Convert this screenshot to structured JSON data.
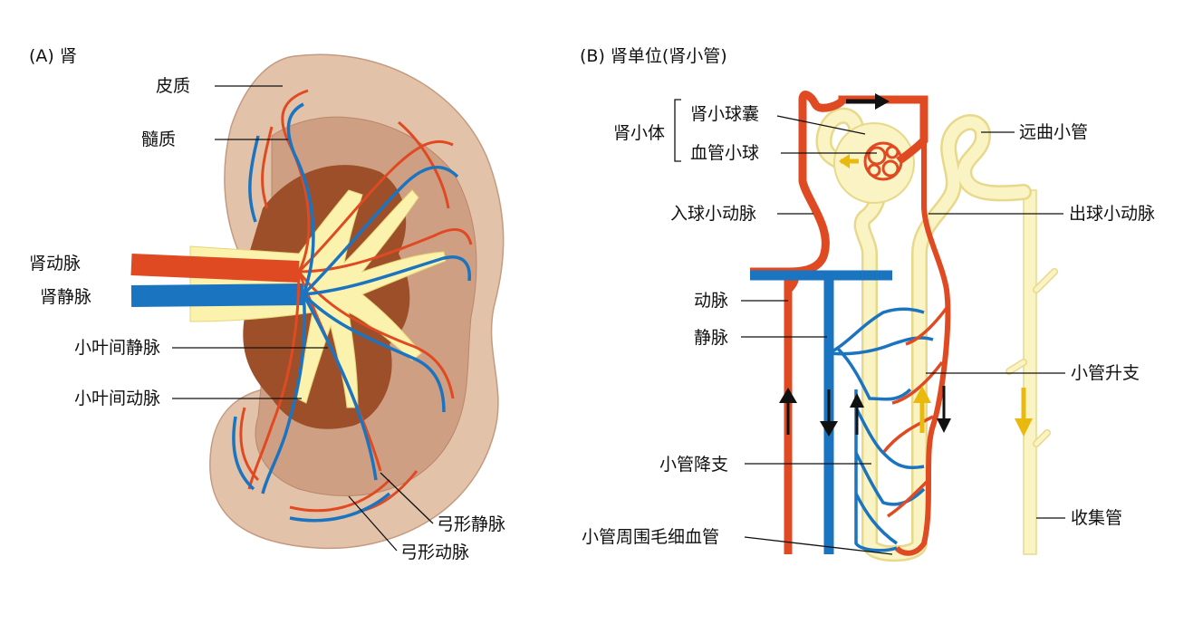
{
  "panel_a": {
    "title": "(A)  肾",
    "labels": {
      "cortex": "皮质",
      "medulla": "髓质",
      "renal_artery": "肾动脉",
      "renal_vein": "肾静脉",
      "interlobular_vein": "小叶间静脉",
      "interlobular_artery": "小叶间动脉",
      "arcuate_vein": "弓形静脉",
      "arcuate_artery": "弓形动脉"
    }
  },
  "panel_b": {
    "title": "(B)   肾单位(肾小管)",
    "labels": {
      "renal_corpuscle": "肾小体",
      "bowman_capsule": "肾小球囊",
      "glomerulus": "血管小球",
      "distal_tubule": "远曲小管",
      "afferent_arteriole": "入球小动脉",
      "efferent_arteriole": "出球小动脉",
      "artery": "动脉",
      "vein": "静脉",
      "ascending_limb": "小管升支",
      "descending_limb": "小管降支",
      "collecting_duct": "收集管",
      "peritubular_capillaries": "小管周围毛细血管"
    }
  },
  "colors": {
    "artery": "#e04a22",
    "vein": "#1b74c0",
    "tubule_fill": "#faf3c4",
    "tubule_edge": "#e8d98a",
    "flow_yellow": "#eab90d",
    "cortex": "#e3c2aa",
    "medulla": "#cf9f83",
    "pelvis": "#fbf2ad",
    "sinus_dark": "#9c4f29",
    "arrow_black": "#111111"
  }
}
